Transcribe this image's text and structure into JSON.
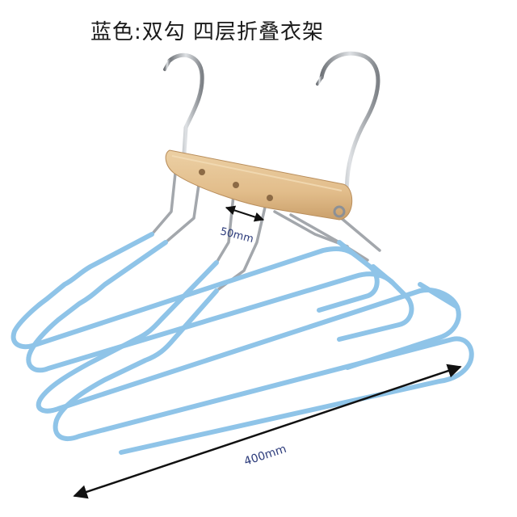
{
  "caption": "蓝色:双勾 四层折叠衣架",
  "dimensions": {
    "spacing_label": "50mm",
    "width_label": "400mm"
  },
  "colors": {
    "coating": "#8fc4e8",
    "wire": "#9fa3a8",
    "wood": "#e3c08f",
    "text": "#1a1a1a",
    "dimension_text": "#2b3a7a"
  }
}
